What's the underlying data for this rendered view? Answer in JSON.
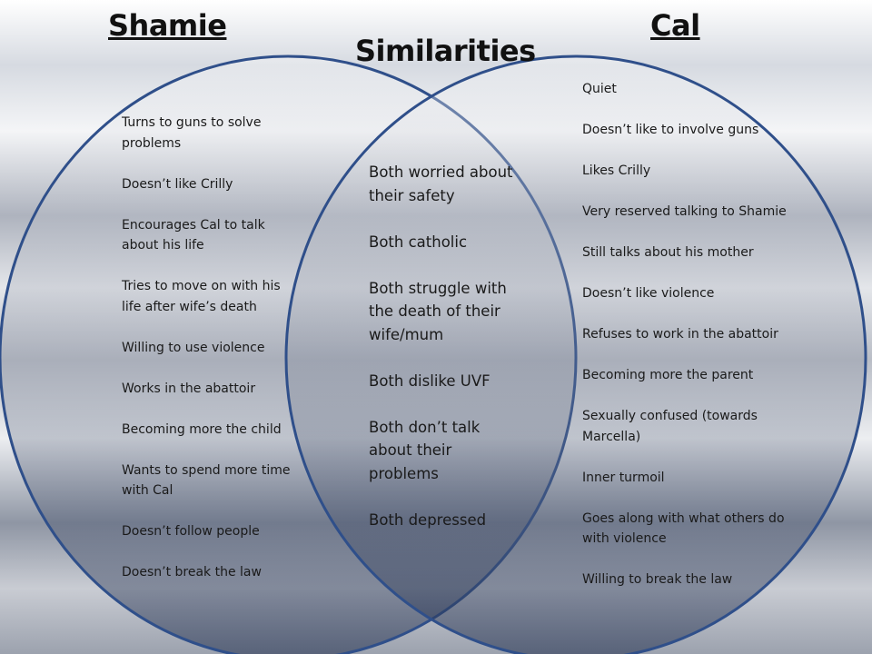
{
  "diagram": {
    "left_title": "Shamie",
    "right_title": "Cal",
    "middle_title": "Similarities",
    "left_items": [
      "Turns to guns to solve problems",
      "Doesn’t like Crilly",
      "Encourages Cal to talk about his life",
      "Tries to move on with his life after wife’s death",
      "Willing to use violence",
      "Works in the abattoir",
      "Becoming more the child",
      "Wants to spend more time with Cal",
      "Doesn’t follow people",
      "Doesn’t break the law"
    ],
    "middle_items": [
      "Both worried about their safety",
      "Both catholic",
      "Both struggle with the death of their wife/mum",
      "Both dislike UVF",
      "Both don’t talk about their problems",
      "Both depressed"
    ],
    "right_items": [
      "Quiet",
      "Doesn’t like to involve guns",
      "Likes Crilly",
      "Very reserved talking to Shamie",
      "Still talks about his mother",
      "Doesn’t like violence",
      "Refuses to work in the abattoir",
      "Becoming more the parent",
      "Sexually confused (towards Marcella)",
      "Inner turmoil",
      "Goes along with what others do with violence",
      "Willing to break the law"
    ],
    "circle_color": "#2f4f8a"
  }
}
